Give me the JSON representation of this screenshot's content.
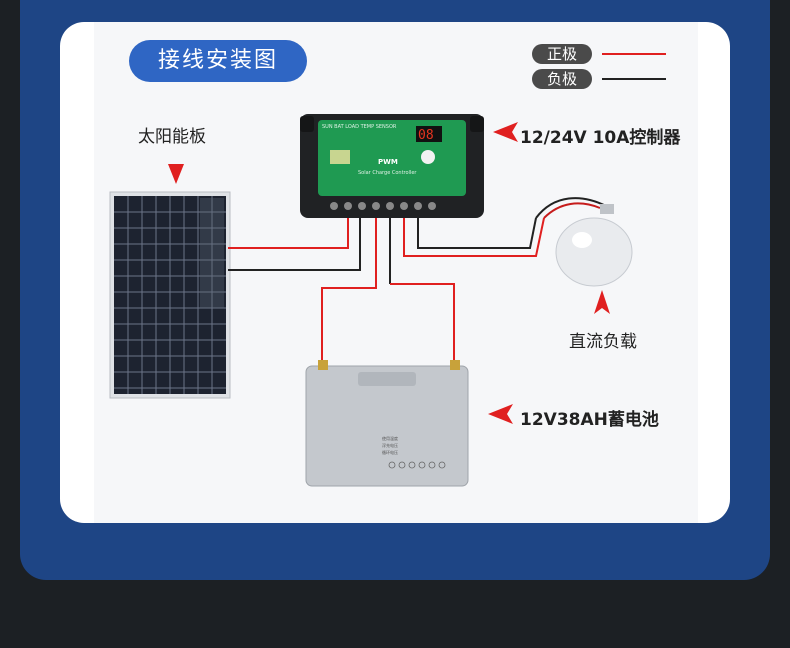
{
  "title": "接线安装图",
  "legend": [
    {
      "label": "正极",
      "color": "#e02020"
    },
    {
      "label": "负极",
      "color": "#222222"
    }
  ],
  "labels": {
    "solar_panel": "太阳能板",
    "controller": "12/24V 10A控制器",
    "load": "直流负载",
    "battery": "12V38AH蓄电池"
  },
  "colors": {
    "frame": "#1e4585",
    "title_pill": "#2f66c4",
    "arrow": "#e02020",
    "controller_panel": "#1f9a52"
  },
  "controller": {
    "brand": "PWM",
    "display": "08",
    "header": "SUN BAT LOAD TEMP SENSOR",
    "subtitle": "Solar Charge Controller"
  },
  "battery_label": {
    "line1": "使用温度",
    "line2": "浮充电压",
    "line3": "循环电压"
  }
}
